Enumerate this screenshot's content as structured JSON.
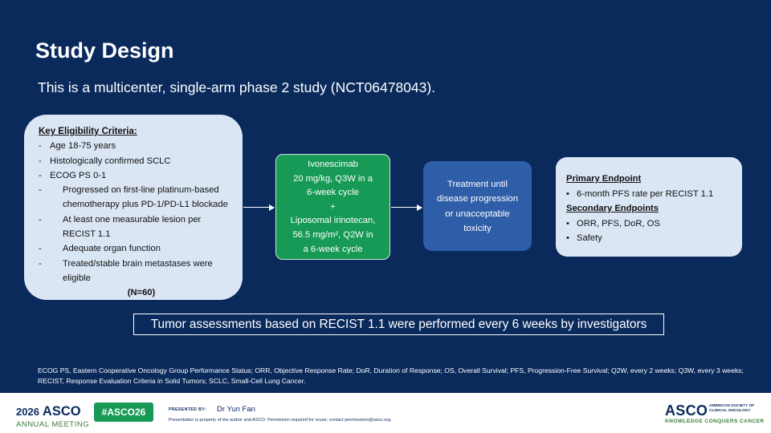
{
  "title": "Study Design",
  "subtitle": "This is a multicenter, single-arm phase 2 study (NCT06478043).",
  "eligibility": {
    "heading": "Key Eligibility Criteria:",
    "items": [
      "Age 18-75 years",
      "Histologically confirmed SCLC",
      "ECOG PS 0-1",
      "Progressed on first-line platinum-based chemotherapy plus PD-1/PD-L1 blockade",
      "At least one measurable lesion per RECIST 1.1",
      "Adequate organ function",
      "Treated/stable brain metastases were eligible"
    ],
    "n": "(N=60)"
  },
  "treatment": {
    "lines": [
      "Ivonescimab",
      "20 mg/kg, Q3W in a",
      "6-week cycle",
      "+",
      "Liposomal irinotecan,",
      "56.5 mg/m², Q2W in",
      "a 6-week cycle"
    ]
  },
  "until": {
    "lines": [
      "Treatment until",
      "disease progression",
      "or unacceptable",
      "toxicity"
    ]
  },
  "endpoints": {
    "primary_heading": "Primary Endpoint",
    "primary_items": [
      "6-month PFS rate per RECIST 1.1"
    ],
    "secondary_heading": "Secondary Endpoints",
    "secondary_items": [
      "ORR, PFS, DoR, OS",
      "Safety"
    ]
  },
  "assessment": "Tumor assessments based on RECIST 1.1 were performed every 6 weeks by investigators",
  "footnote": "ECOG PS, Eastern Cooperative Oncology Group Performance Status; ORR, Objective Response Rate; DoR, Duration of Response; OS, Overall Survival; PFS, Progression-Free Survival; Q2W, every 2 weeks; Q3W, every 3 weeks; RECIST, Response Evaluation Criteria in Solid Tumors; SCLC, Small-Cell Lung Cancer.",
  "footer": {
    "year": "2026",
    "brand": "ASCO",
    "meeting": "ANNUAL MEETING",
    "hashtag": "#ASCO26",
    "presented_by_label": "PRESENTED BY:",
    "presenter": "Dr Yun Fan",
    "property_note": "Presentation is property of the author and ASCO. Permission required for reuse; contact permissions@asco.org.",
    "asco_logo": "ASCO",
    "asco_society_line1": "AMERICAN SOCIETY OF",
    "asco_society_line2": "CLINICAL ONCOLOGY",
    "tagline": "KNOWLEDGE CONQUERS CANCER"
  },
  "colors": {
    "background": "#0a2a5c",
    "treatment_box": "#169a55",
    "until_box": "#2e5ea8",
    "light_box": "#dbe6f5"
  }
}
